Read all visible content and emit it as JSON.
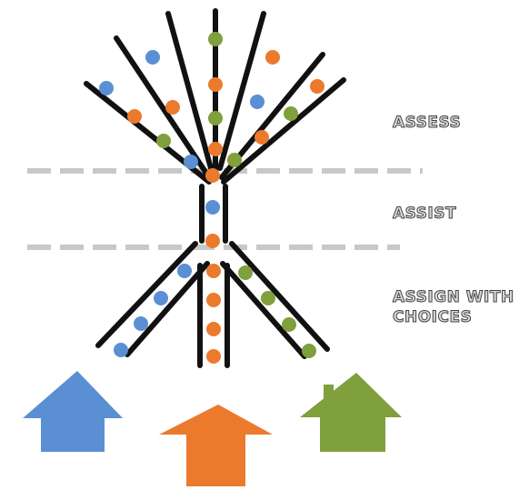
{
  "labels": {
    "assess": "ASSESS",
    "assist": "ASSIST",
    "assign": "ASSIGN WITH\nCHOICES"
  },
  "colors": {
    "blue": "#5b8fd4",
    "orange": "#ec7a2d",
    "green": "#7fa03c",
    "branch": "#111111",
    "divider": "#c8c8c8"
  },
  "icons": {
    "top_branches": "tree-branches",
    "bottom_branches": "pathway-branches",
    "houses": [
      "blue-house-icon",
      "orange-house-icon",
      "green-house-icon"
    ]
  }
}
